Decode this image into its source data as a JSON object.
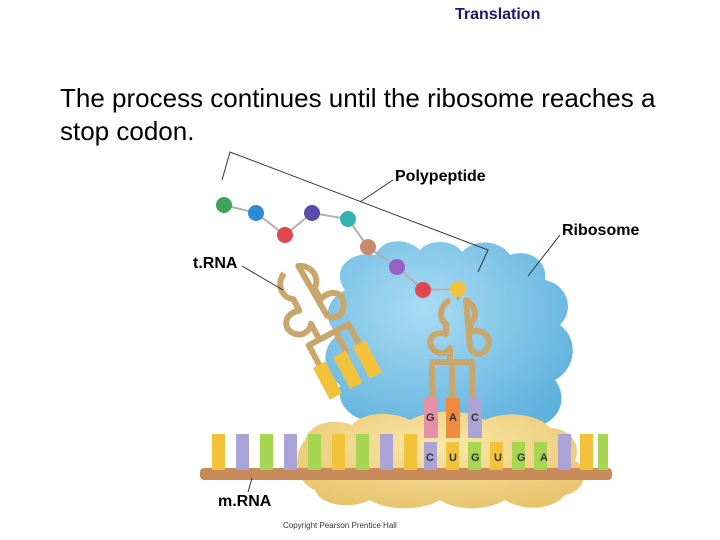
{
  "header": {
    "title": "Translation"
  },
  "body": {
    "text": "The process continues until the ribosome reaches a stop codon."
  },
  "labels": {
    "polypeptide": "Polypeptide",
    "ribosome": "Ribosome",
    "trna": "t.RNA",
    "mrna": "m.RNA"
  },
  "anticodon": [
    "G",
    "A",
    "C"
  ],
  "codons": [
    "C",
    "U",
    "G",
    "U",
    "G",
    "A"
  ],
  "copyright": "Copyright Pearson Prentice Hall",
  "colors": {
    "ribosome_small": "#f3d68a",
    "ribosome_large": "#7fc4e6",
    "trna": "#c9a66b",
    "mrna_strand": "#c98a5a",
    "amino_acids": [
      "#3fa35a",
      "#2a8ed6",
      "#e0484f",
      "#5a4ca8",
      "#35b3b3",
      "#c98a6a",
      "#9a5ec4",
      "#e0484f",
      "#f2c23a"
    ],
    "nucleotide_yellow": "#f2c23a",
    "nucleotide_green": "#a6d651",
    "nucleotide_purple": "#a9a3d6",
    "nucleotide_orange": "#f08a3c",
    "nucleotide_pink": "#e58fa8"
  }
}
